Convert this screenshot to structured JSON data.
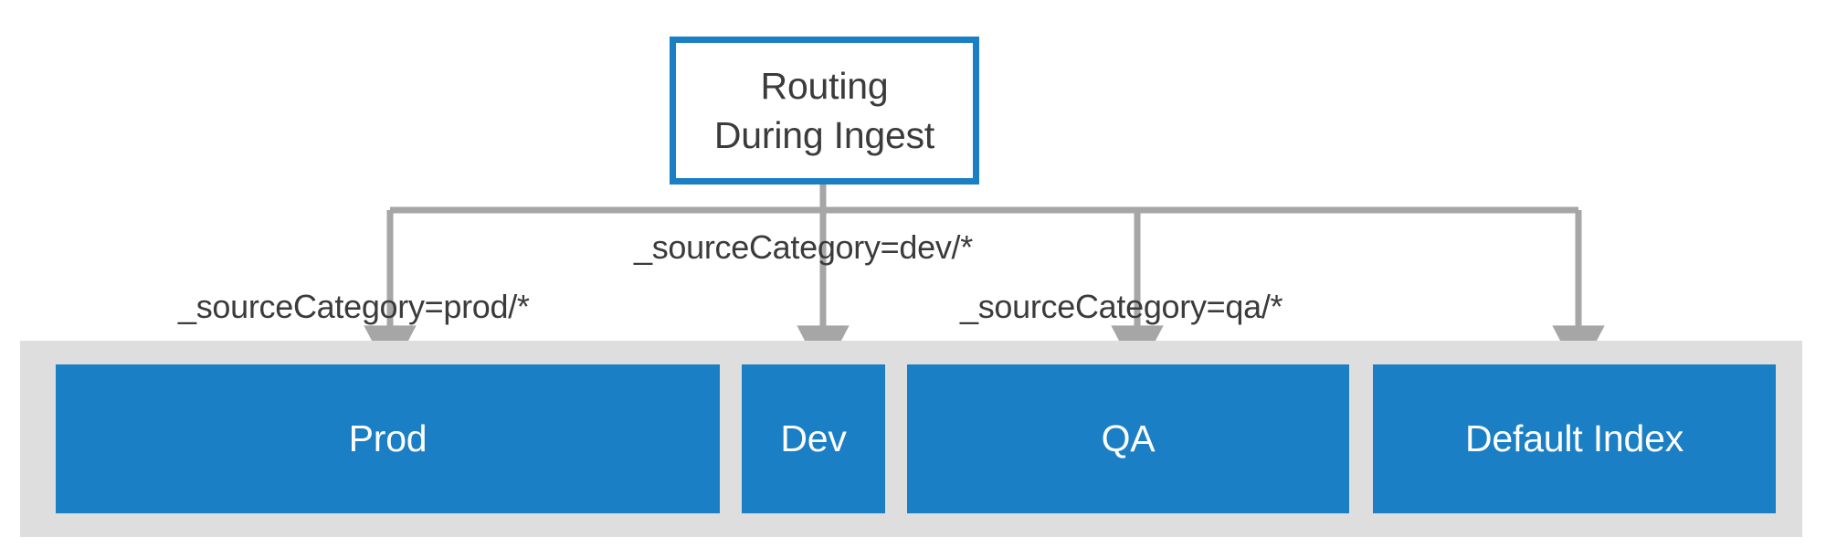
{
  "diagram": {
    "title": "Routing During Ingest",
    "root": {
      "label": "Routing\nDuring Ingest",
      "border_color": "#1a7fc4",
      "fill_color": "#ffffff",
      "text_color": "#3b3b3b"
    },
    "edges": [
      {
        "id": "prod",
        "label": "_sourceCategory=prod/*",
        "target": "Prod"
      },
      {
        "id": "dev",
        "label": "_sourceCategory=dev/*",
        "target": "Dev"
      },
      {
        "id": "qa",
        "label": "_sourceCategory=qa/*",
        "target": "QA"
      },
      {
        "id": "default",
        "label": "",
        "target": "Default Index"
      }
    ],
    "tray": {
      "background_color": "#dedede",
      "indexes": [
        {
          "id": "prod",
          "label": "Prod"
        },
        {
          "id": "dev",
          "label": "Dev"
        },
        {
          "id": "qa",
          "label": "QA"
        },
        {
          "id": "default",
          "label": "Default Index"
        }
      ]
    },
    "colors": {
      "accent_blue": "#1a7fc4",
      "connector_gray": "#a6a6a6",
      "tray_gray": "#dedede",
      "text_dark": "#3b3b3b",
      "text_light": "#ffffff"
    }
  }
}
